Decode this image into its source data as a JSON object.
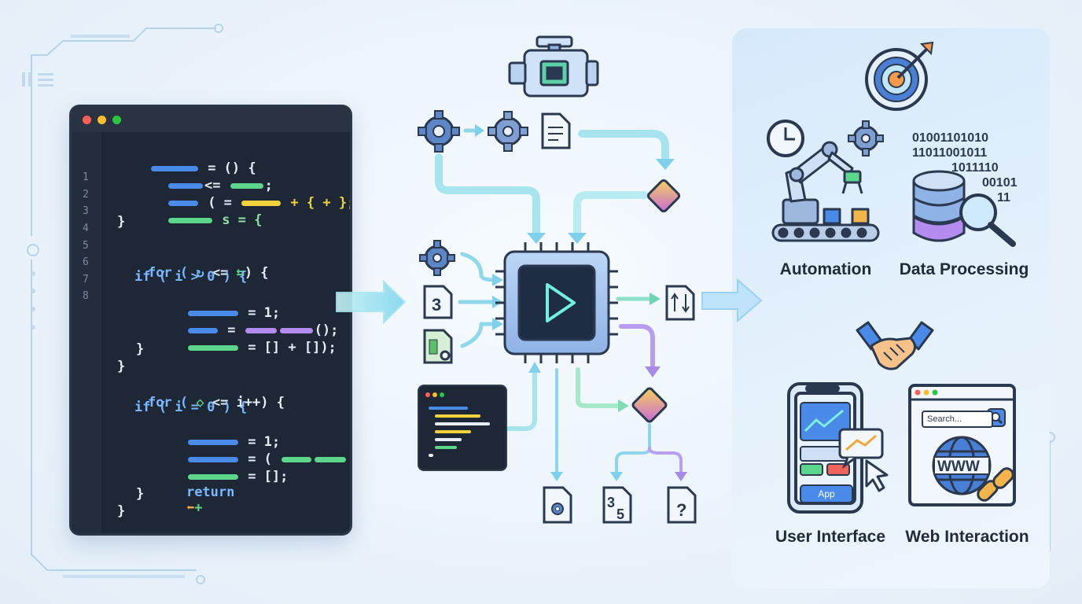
{
  "editor": {
    "line_numbers": [
      "1",
      "2",
      "3",
      "4",
      "5",
      "6",
      "7",
      "8"
    ],
    "lines": [
      {
        "pre": "",
        "a": "= () {"
      },
      {
        "pre": "",
        "a": ";"
      },
      {
        "pre": "",
        "a": "( = ",
        "b": "+ { + };"
      },
      {
        "pre": "",
        "a": "s = {"
      },
      {
        "pre": "",
        "a": "}"
      },
      {
        "pre": "",
        "a": "for ( ",
        "b": " <= ",
        "c": ") {"
      },
      {
        "pre": "",
        "a": "if ( i > 0 ) {"
      },
      {
        "pre": "",
        "a": "= 1;"
      },
      {
        "pre": "",
        "a": "= ",
        "b": "();"
      },
      {
        "pre": "",
        "a": "= [] + []);"
      },
      {
        "pre": "",
        "a": "}"
      },
      {
        "pre": "",
        "a": "}"
      },
      {
        "pre": "",
        "a": "for ( ",
        "b": " <= i++) {"
      },
      {
        "pre": "",
        "a": "if ( i = 0 ) {"
      },
      {
        "pre": "",
        "a": "= 1;"
      },
      {
        "pre": "",
        "a": "= ( ",
        "b": "();"
      },
      {
        "pre": "",
        "a": "= [];"
      },
      {
        "pre": "",
        "a": "return"
      },
      {
        "pre": "",
        "a": "}"
      },
      {
        "pre": "",
        "a": "}"
      }
    ]
  },
  "flow": {
    "file_number_a": "3",
    "file_number_b": "3",
    "file_number_b_sub": "5",
    "question_mark": "?"
  },
  "outcomes": {
    "automation": "Automation",
    "data_processing": "Data Processing",
    "user_interface": "User Interface",
    "web_interaction": "Web Interaction"
  },
  "binary": [
    "01001101010",
    "11011001011",
    "1011110",
    "00101",
    "11"
  ],
  "web": {
    "search_placeholder": "Search...",
    "www": "WWW"
  },
  "phone": {
    "app_label": "App"
  },
  "colors": {
    "editor_bg": "#1e2735",
    "accent_blue": "#4a8ae8",
    "accent_green": "#5cd68a",
    "accent_yellow": "#f3d23c",
    "accent_purple": "#b48cf0",
    "arrow_cyan": "#8fdcec",
    "panel_bg": "#d6e9fb"
  }
}
